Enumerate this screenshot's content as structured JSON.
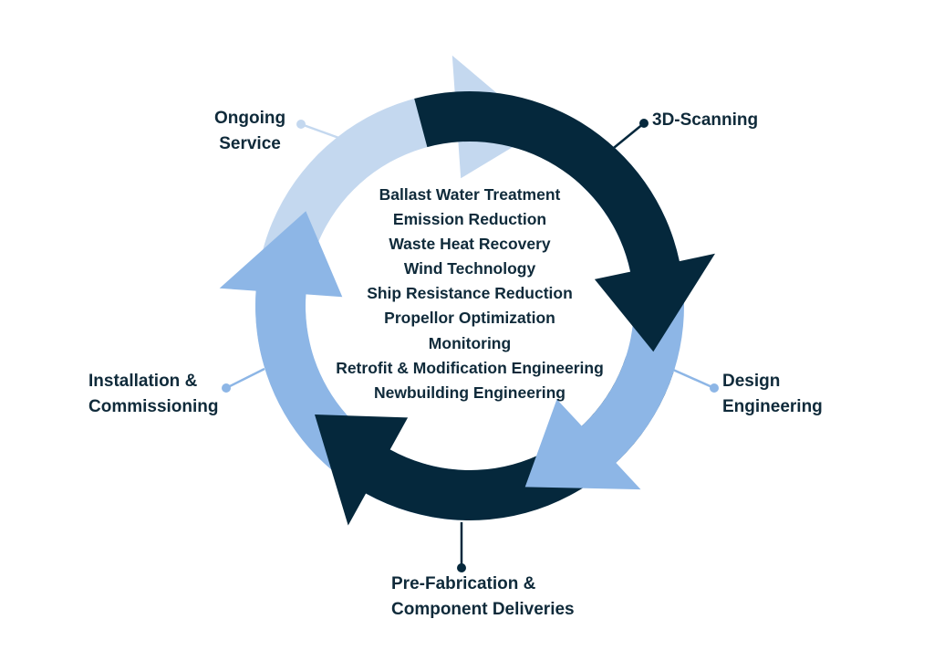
{
  "colors": {
    "dark": "#05283c",
    "medium": "#8db6e6",
    "light": "#c4d8ef",
    "text": "#0f2a3a"
  },
  "stages": [
    {
      "id": "scanning",
      "label": "3D-Scanning",
      "color_key": "dark"
    },
    {
      "id": "design",
      "label": "Design\nEngineering",
      "color_key": "medium"
    },
    {
      "id": "prefab",
      "label": "Pre-Fabrication &\nComponent Deliveries",
      "color_key": "dark"
    },
    {
      "id": "installation",
      "label": "Installation &\nCommissioning",
      "color_key": "medium"
    },
    {
      "id": "service",
      "label": "Ongoing\nService",
      "color_key": "light"
    }
  ],
  "services": [
    "Ballast Water Treatment",
    "Emission Reduction",
    "Waste Heat Recovery",
    "Wind Technology",
    "Ship Resistance Reduction",
    "Propellor Optimization",
    "Monitoring",
    "Retrofit & Modification Engineering",
    "Newbuilding Engineering"
  ]
}
